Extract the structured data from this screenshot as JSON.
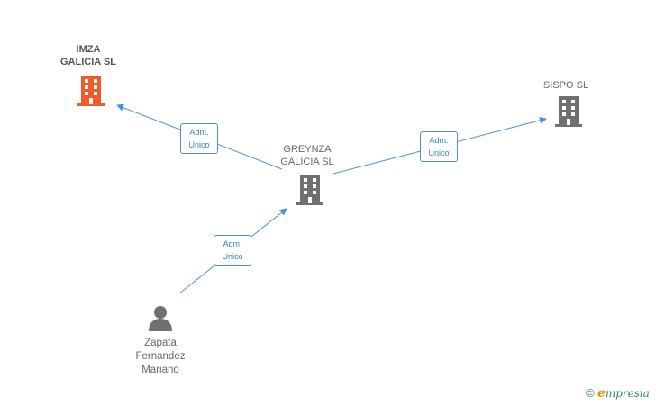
{
  "colors": {
    "focus_company": "#f15a29",
    "company": "#707070",
    "person": "#707070",
    "edge": "#4a90d9"
  },
  "nodes": {
    "imza": {
      "label": "IMZA\nGALICIA SL",
      "icon": "building-icon"
    },
    "greynza": {
      "label": "GREYNZA\nGALICIA SL",
      "icon": "building-icon"
    },
    "sispo": {
      "label": "SISPO SL",
      "icon": "building-icon"
    },
    "zapata": {
      "label": "Zapata\nFernandez\nMariano",
      "icon": "person-icon"
    }
  },
  "edges": [
    {
      "from": "greynza",
      "to": "imza",
      "label": "Adm.\nUnico"
    },
    {
      "from": "greynza",
      "to": "sispo",
      "label": "Adm.\nUnico"
    },
    {
      "from": "zapata",
      "to": "greynza",
      "label": "Adm.\nUnico"
    }
  ],
  "watermark": {
    "copyright": "©",
    "brand_first": "e",
    "brand_rest": "mpresia"
  }
}
